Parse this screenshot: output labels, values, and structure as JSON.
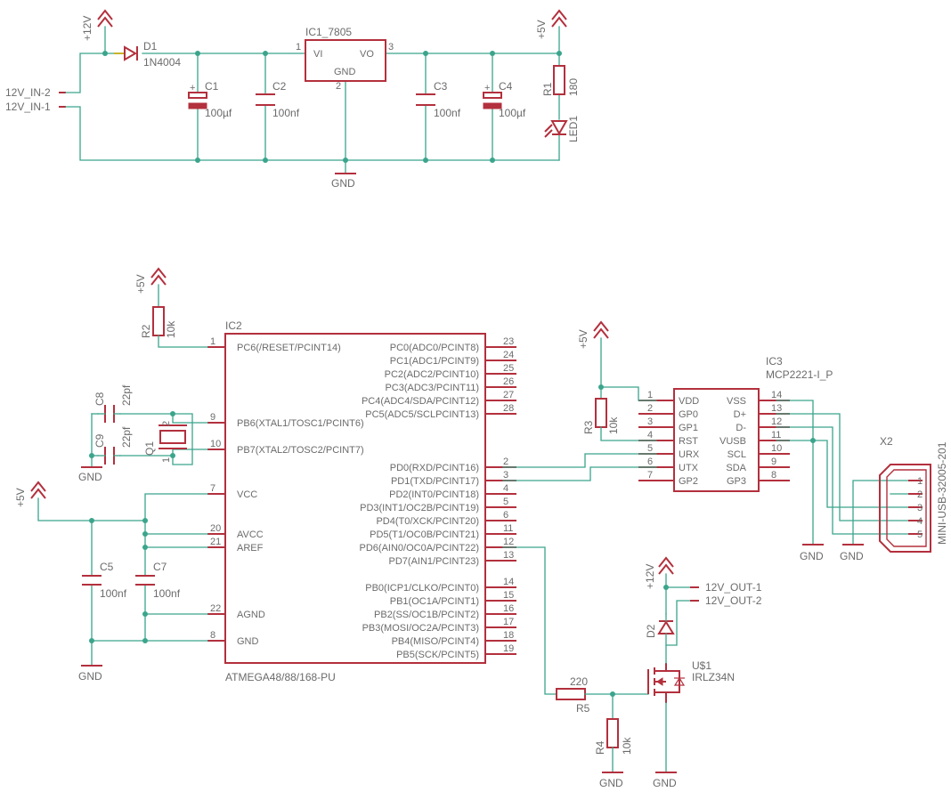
{
  "power": {
    "plus12v": "+12V",
    "plus5v": "+5V",
    "gnd": "GND",
    "in2": "12V_IN-2",
    "in1": "12V_IN-1"
  },
  "d1": {
    "name": "D1",
    "value": "1N4004"
  },
  "ic1": {
    "name": "IC1_7805",
    "vi": "VI",
    "vo": "VO",
    "gnd": "GND",
    "p1": "1",
    "p2": "2",
    "p3": "3"
  },
  "c1": {
    "name": "C1",
    "value": "100µf"
  },
  "c2": {
    "name": "C2",
    "value": "100nf"
  },
  "c3": {
    "name": "C3",
    "value": "100nf"
  },
  "c4": {
    "name": "C4",
    "value": "100µf"
  },
  "r1": {
    "name": "R1",
    "value": "180"
  },
  "led1": {
    "name": "LED1"
  },
  "r2": {
    "name": "R2",
    "value": "10k"
  },
  "c8": {
    "name": "C8",
    "value": "22pf"
  },
  "c9": {
    "name": "C9",
    "value": "22pf"
  },
  "q1": {
    "name": "Q1",
    "p1": "1",
    "p2": "2"
  },
  "c5": {
    "name": "C5",
    "value": "100nf"
  },
  "c7": {
    "name": "C7",
    "value": "100nf"
  },
  "ic2": {
    "name": "IC2",
    "footer": "ATMEGA48/88/168-PU",
    "left": [
      {
        "num": "1",
        "label": "PC6(/RESET/PCINT14)"
      },
      {
        "num": "9",
        "label": "PB6(XTAL1/TOSC1/PCINT6)"
      },
      {
        "num": "10",
        "label": "PB7(XTAL2/TOSC2/PCINT7)"
      },
      {
        "num": "7",
        "label": "VCC"
      },
      {
        "num": "20",
        "label": "AVCC"
      },
      {
        "num": "21",
        "label": "AREF"
      },
      {
        "num": "22",
        "label": "AGND"
      },
      {
        "num": "8",
        "label": "GND"
      }
    ],
    "right": [
      {
        "num": "23",
        "label": "PC0(ADC0/PCINT8)"
      },
      {
        "num": "24",
        "label": "PC1(ADC1/PCINT9)"
      },
      {
        "num": "25",
        "label": "PC2(ADC2/PCINT10)"
      },
      {
        "num": "26",
        "label": "PC3(ADC3/PCINT11)"
      },
      {
        "num": "27",
        "label": "PC4(ADC4/SDA/PCINT12)"
      },
      {
        "num": "28",
        "label": "PC5(ADC5/SCLPCINT13)"
      },
      {
        "num": "2",
        "label": "PD0(RXD/PCINT16)"
      },
      {
        "num": "3",
        "label": "PD1(TXD/PCINT17)"
      },
      {
        "num": "4",
        "label": "PD2(INT0/PCINT18)"
      },
      {
        "num": "5",
        "label": "PD3(INT1/OC2B/PCINT19)"
      },
      {
        "num": "6",
        "label": "PD4(T0/XCK/PCINT20)"
      },
      {
        "num": "11",
        "label": "PD5(T1/OC0B/PCINT21)"
      },
      {
        "num": "12",
        "label": "PD6(AIN0/OC0A/PCINT22)"
      },
      {
        "num": "13",
        "label": "PD7(AIN1/PCINT23)"
      },
      {
        "num": "14",
        "label": "PB0(ICP1/CLKO/PCINT0)"
      },
      {
        "num": "15",
        "label": "PB1(OC1A/PCINT1)"
      },
      {
        "num": "16",
        "label": "PB2(SS/OC1B/PCINT2)"
      },
      {
        "num": "17",
        "label": "PB3(MOSI/OC2A/PCINT3)"
      },
      {
        "num": "18",
        "label": "PB4(MISO/PCINT4)"
      },
      {
        "num": "19",
        "label": "PB5(SCK/PCINT5)"
      }
    ]
  },
  "ic3": {
    "name": "IC3",
    "value": "MCP2221-I_P",
    "left": [
      {
        "num": "1",
        "label": "VDD"
      },
      {
        "num": "2",
        "label": "GP0"
      },
      {
        "num": "3",
        "label": "GP1"
      },
      {
        "num": "4",
        "label": "RST"
      },
      {
        "num": "5",
        "label": "URX"
      },
      {
        "num": "6",
        "label": "UTX"
      },
      {
        "num": "7",
        "label": "GP2"
      }
    ],
    "right": [
      {
        "num": "14",
        "label": "VSS"
      },
      {
        "num": "13",
        "label": "D+"
      },
      {
        "num": "12",
        "label": "D-"
      },
      {
        "num": "11",
        "label": "VUSB"
      },
      {
        "num": "10",
        "label": "SCL"
      },
      {
        "num": "9",
        "label": "SDA"
      },
      {
        "num": "8",
        "label": "GP3"
      }
    ]
  },
  "r3": {
    "name": "R3",
    "value": "10k"
  },
  "x2": {
    "name": "X2",
    "value": "MINI-USB-32005-201",
    "pins": [
      "1",
      "2",
      "3",
      "4",
      "5"
    ]
  },
  "r5": {
    "name": "R5",
    "value": "220"
  },
  "r4": {
    "name": "R4",
    "value": "10k"
  },
  "d2": {
    "name": "D2"
  },
  "u1": {
    "name": "U$1",
    "value": "IRLZ34N"
  },
  "out": {
    "out1": "12V_OUT-1",
    "out2": "12V_OUT-2"
  }
}
